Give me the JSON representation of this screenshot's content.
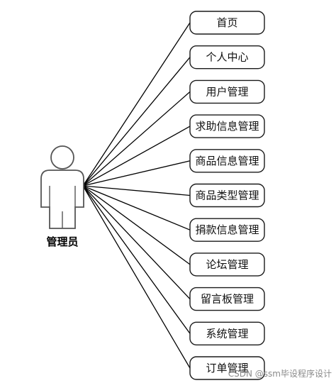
{
  "actor": {
    "label": "管理员",
    "icon": "person-icon"
  },
  "use_cases": [
    {
      "label": "首页"
    },
    {
      "label": "个人中心"
    },
    {
      "label": "用户管理"
    },
    {
      "label": "求助信息管理"
    },
    {
      "label": "商品信息管理"
    },
    {
      "label": "商品类型管理"
    },
    {
      "label": "捐款信息管理"
    },
    {
      "label": "论坛管理"
    },
    {
      "label": "留言板管理"
    },
    {
      "label": "系统管理"
    },
    {
      "label": "订单管理"
    }
  ],
  "watermark": "CSDN @ssm毕设程序设计"
}
